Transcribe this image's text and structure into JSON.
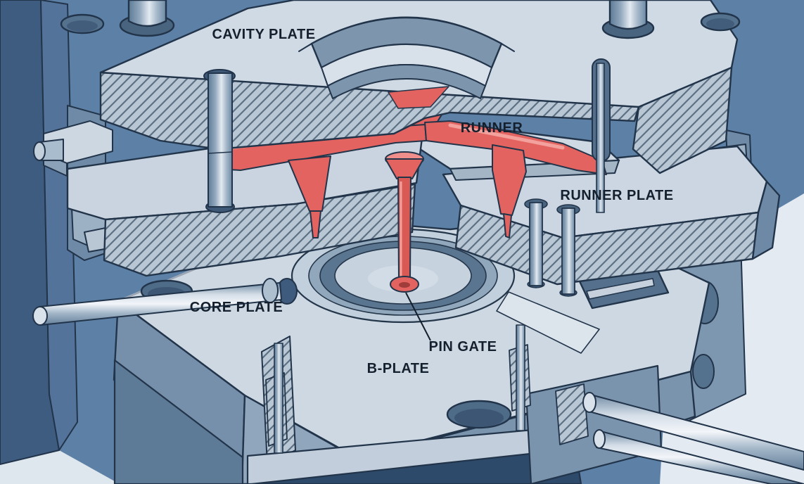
{
  "diagram": {
    "subject": "injection-mold-cross-section",
    "labels": {
      "cavity_plate": "CAVITY PLATE",
      "runner": "RUNNER",
      "runner_plate": "RUNNER PLATE",
      "core_plate": "CORE PLATE",
      "pin_gate": "PIN GATE",
      "b_plate": "B-PLATE"
    },
    "colors": {
      "background_blue": "#5d81a6",
      "background_light": "#e3eaf1",
      "plate_light": "#cdd8e3",
      "plate_medium": "#8fa6bd",
      "plate_dark": "#5d7a97",
      "hatch_base": "#b9c7d5",
      "hatch_line": "#5d7184",
      "molten_red": "#e2635f",
      "molten_red_highlight": "#f3a19d",
      "outline_navy": "#22344a",
      "label_text": "#15202e"
    }
  }
}
